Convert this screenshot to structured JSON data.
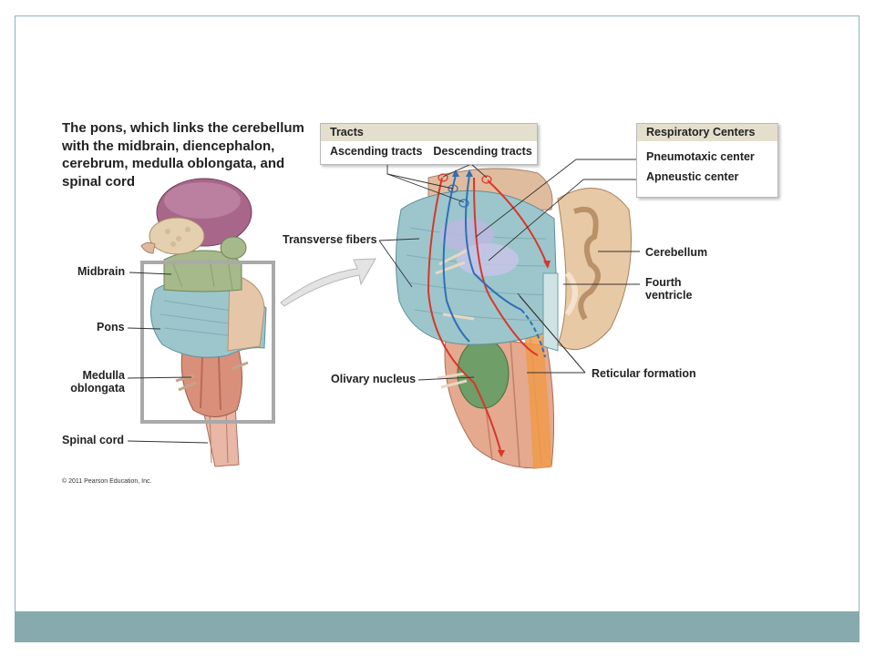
{
  "caption": "The pons, which links the cerebellum with the midbrain, diencephalon, cerebrum, medulla oblongata, and spinal cord",
  "left_labels": {
    "midbrain": "Midbrain",
    "pons": "Pons",
    "medulla_line1": "Medulla",
    "medulla_line2": "oblongata",
    "spinal_cord": "Spinal cord"
  },
  "tracts_box": {
    "title": "Tracts",
    "ascending": "Ascending tracts",
    "descending": "Descending tracts"
  },
  "respiratory_box": {
    "title": "Respiratory Centers",
    "pneumotaxic": "Pneumotaxic center",
    "apneustic": "Apneustic center"
  },
  "right_labels": {
    "transverse_fibers": "Transverse fibers",
    "olivary_nucleus": "Olivary nucleus",
    "cerebellum": "Cerebellum",
    "fourth_ventricle_line1": "Fourth",
    "fourth_ventricle_line2": "ventricle",
    "reticular_formation": "Reticular formation"
  },
  "copyright": "© 2011 Pearson Education, Inc.",
  "colors": {
    "frame": "#8fb2b5",
    "footer_bar": "#86aaae",
    "pons_blue": "#9cc6cc",
    "midbrain_green": "#a6b98a",
    "medulla_pink": "#d9907a",
    "diencephalon_purple": "#a8668a",
    "cerebellum_tan": "#e8c9a6",
    "ascending_tract": "#d9362b",
    "descending_tract": "#2f6fb5",
    "olivary_green": "#6f9e68"
  }
}
